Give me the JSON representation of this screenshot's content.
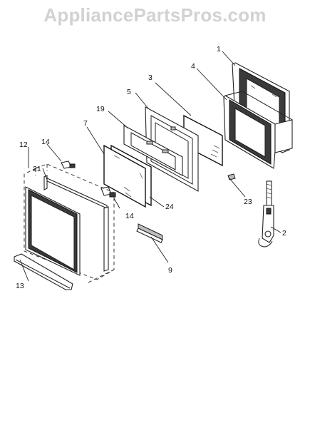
{
  "watermark": "AppliancePartsPros.com",
  "callouts": [
    "1",
    "2",
    "3",
    "4",
    "5",
    "7",
    "9",
    "12",
    "13",
    "14",
    "14",
    "19",
    "21",
    "23",
    "24"
  ]
}
